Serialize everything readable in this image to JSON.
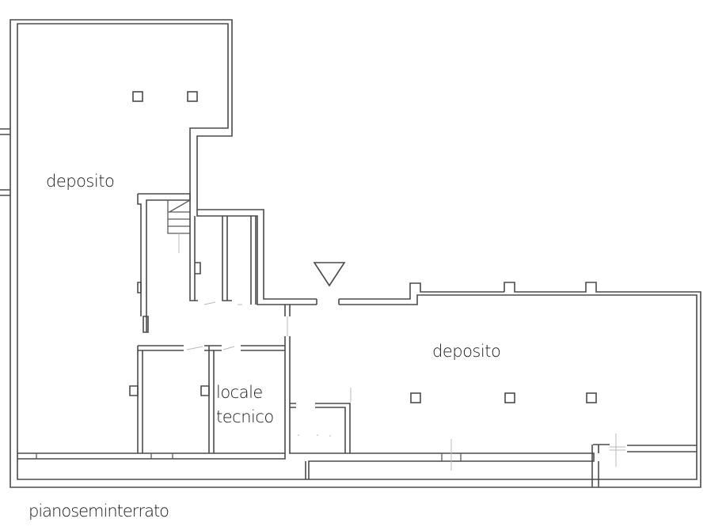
{
  "drawing": {
    "type": "floor plan",
    "floor_name": "piano seminterrato",
    "entrance_marker": "triangle-down",
    "colors": {
      "wall": "#4a4a4a",
      "background": "#ffffff",
      "text": "#1a1a1a"
    }
  },
  "rooms": [
    {
      "id": "deposito-west",
      "label": "deposito"
    },
    {
      "id": "deposito-east",
      "label": "deposito"
    },
    {
      "id": "locale-tecnico",
      "label_line1": "locale",
      "label_line2": "tecnico"
    }
  ],
  "footer": {
    "title": "pianoseminterrato"
  }
}
